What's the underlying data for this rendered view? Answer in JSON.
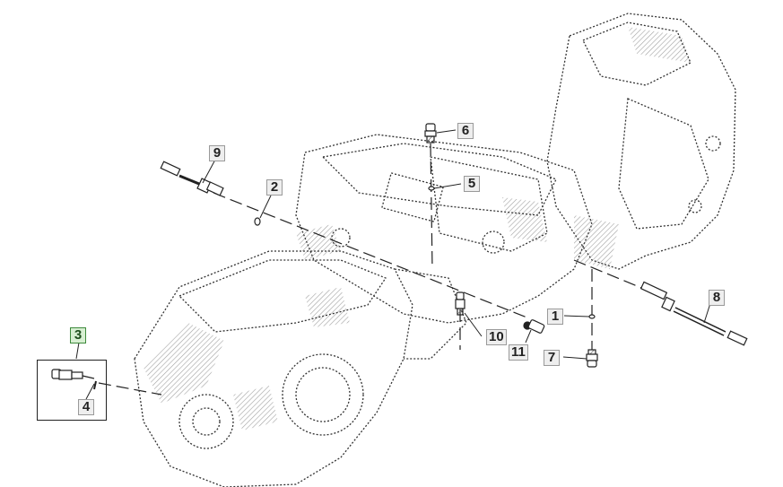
{
  "diagram": {
    "title": "Transmission sensors exploded parts view",
    "selected_callout": "3",
    "colors": {
      "line": "#222222",
      "callout_bg": "#eeeeee",
      "callout_border": "#9a9a9a",
      "selected_bg": "#d7efd2",
      "selected_border": "#3d8a3b"
    },
    "callouts": [
      {
        "id": "1",
        "label": "1",
        "part": "o-ring"
      },
      {
        "id": "2",
        "label": "2",
        "part": "o-ring"
      },
      {
        "id": "3",
        "label": "3",
        "part": "sensor assembly (boxed group)",
        "selected": true
      },
      {
        "id": "4",
        "label": "4",
        "part": "o-ring"
      },
      {
        "id": "5",
        "label": "5",
        "part": "o-ring"
      },
      {
        "id": "6",
        "label": "6",
        "part": "pressure switch"
      },
      {
        "id": "7",
        "label": "7",
        "part": "pressure switch"
      },
      {
        "id": "8",
        "label": "8",
        "part": "speed sensor with lead"
      },
      {
        "id": "9",
        "label": "9",
        "part": "temperature sensor with lead"
      },
      {
        "id": "10",
        "label": "10",
        "part": "pressure sensor"
      },
      {
        "id": "11",
        "label": "11",
        "part": "sensor"
      }
    ]
  }
}
